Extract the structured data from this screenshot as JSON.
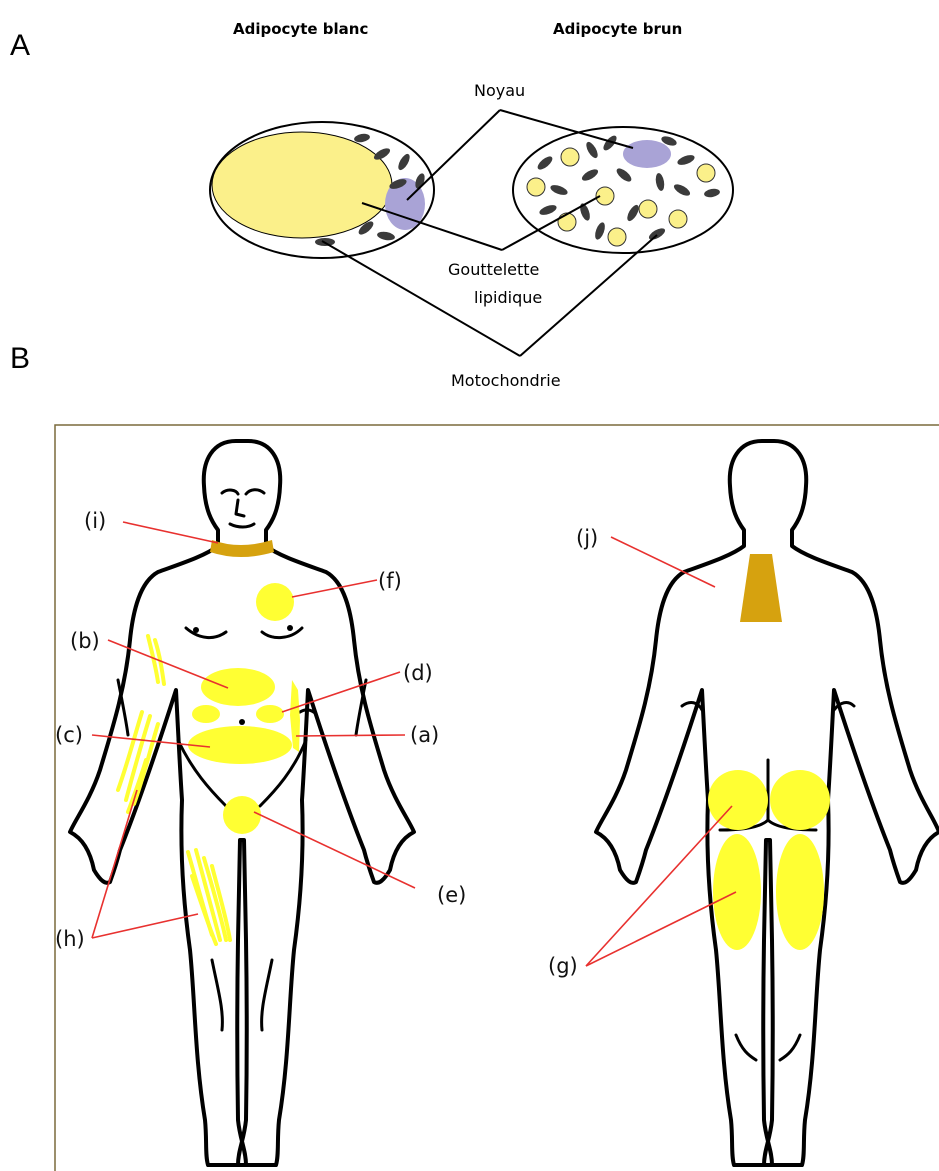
{
  "panels": {
    "a": "A",
    "b": "B"
  },
  "cells": {
    "white_title": "Adipocyte blanc",
    "brown_title": "Adipocyte brun"
  },
  "cell_labels": {
    "nucleus": "Noyau",
    "droplet_line1": "Gouttelette",
    "droplet_line2": "lipidique",
    "mitochondria": "Motochondrie"
  },
  "regions": {
    "a": "(a)",
    "b": "(b)",
    "c": "(c)",
    "d": "(d)",
    "e": "(e)",
    "f": "(f)",
    "g": "(g)",
    "h": "(h)",
    "i": "(i)",
    "j": "(j)"
  },
  "colors": {
    "white_fat": "#ffff33",
    "droplet": "#fbf08a",
    "nucleus": "#a9a3d6",
    "brown_fat": "#d6a20f",
    "pointer": "#e8312f"
  }
}
